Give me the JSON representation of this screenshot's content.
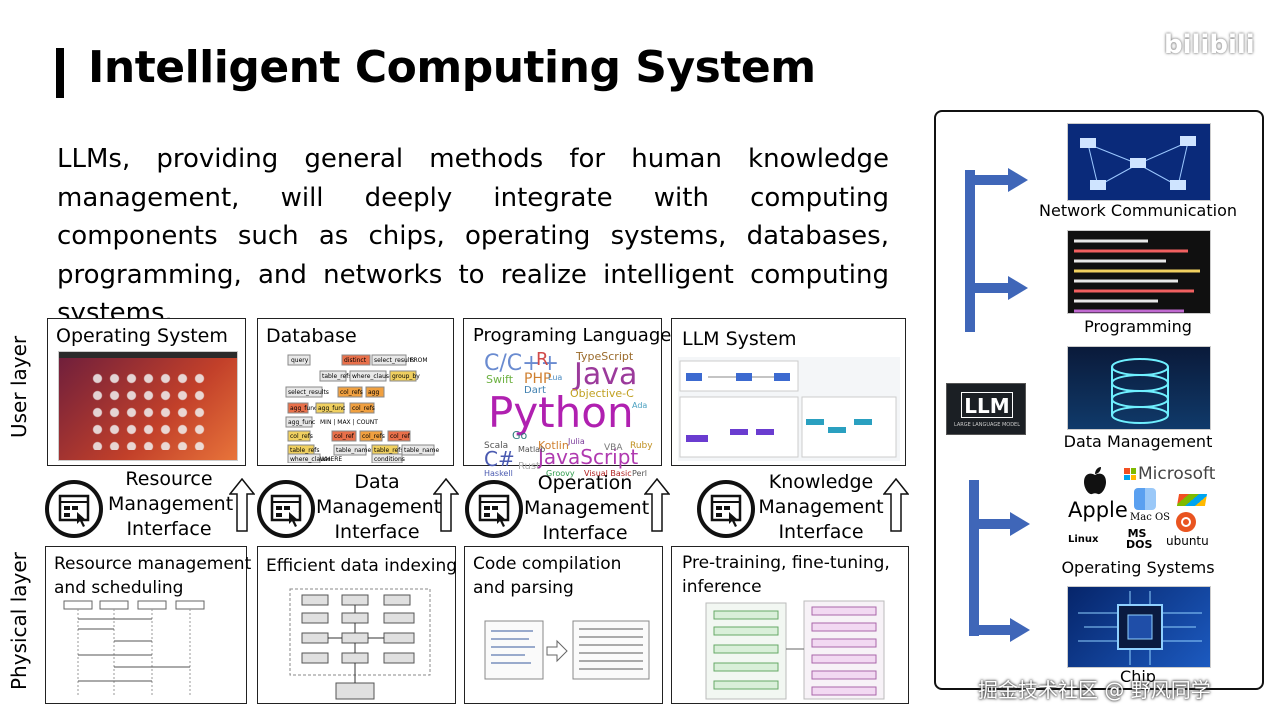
{
  "title": "Intelligent Computing System",
  "intro": "LLMs, providing general methods for human knowledge management, will deeply integrate with computing components such as chips, operating systems, databases, programming, and networks to realize intelligent computing systems.",
  "layers": {
    "user": "User layer",
    "physical": "Physical layer"
  },
  "user_boxes": [
    "Operating System",
    "Database",
    "Programing Language",
    "LLM System"
  ],
  "interfaces": [
    [
      "Resource",
      "Management",
      "Interface"
    ],
    [
      "Data",
      "Management",
      "Interface"
    ],
    [
      "Operation",
      "Management",
      "Interface"
    ],
    [
      "Knowledge",
      "Management",
      "Interface"
    ]
  ],
  "physical_boxes": [
    [
      "Resource management",
      "and scheduling"
    ],
    [
      "Efficient data indexing"
    ],
    [
      "Code compilation",
      "and parsing"
    ],
    [
      "Pre-training, fine-tuning,",
      "inference"
    ]
  ],
  "db_tokens": [
    "query",
    "distinct",
    "select_results",
    "FROM",
    "table_refs",
    "where_clause",
    "group_by",
    "select_results",
    "col_refs",
    "agg",
    "agg_func",
    "MIN | MAX | COUNT",
    "col_refs",
    "col_ref",
    "table_refs",
    "table_name",
    "table_name",
    "where_clause",
    "WHERE",
    "conditions"
  ],
  "lang_words": [
    "C/C++",
    "R",
    "Java",
    "TypeScript",
    "Swift",
    "PHP",
    "Objective-C",
    "Dart",
    "Python",
    "Go",
    "Scala",
    "Kotlin",
    "C#",
    "JavaScript",
    "Rust",
    "Haskell",
    "Groovy",
    "Visual Basic",
    "Perl",
    "Ruby",
    "VBA",
    "Ada",
    "Lua",
    "Matlab",
    "Julia"
  ],
  "llm_badge": {
    "main": "LLM",
    "sub": "LARGE LANGUAGE MODEL"
  },
  "right_panel": [
    "Network Communication",
    "Programming",
    "Data Management",
    "Operating Systems",
    "Chip"
  ],
  "os_logos": {
    "apple": "Apple",
    "microsoft": "Microsoft",
    "macos": "Mac OS",
    "linux": "Linux",
    "msdos": "MS DOS",
    "ubuntu": "ubuntu"
  },
  "watermark_bottom": "掘金技术社区 @ 野风同学",
  "watermark_top": "bilibili"
}
